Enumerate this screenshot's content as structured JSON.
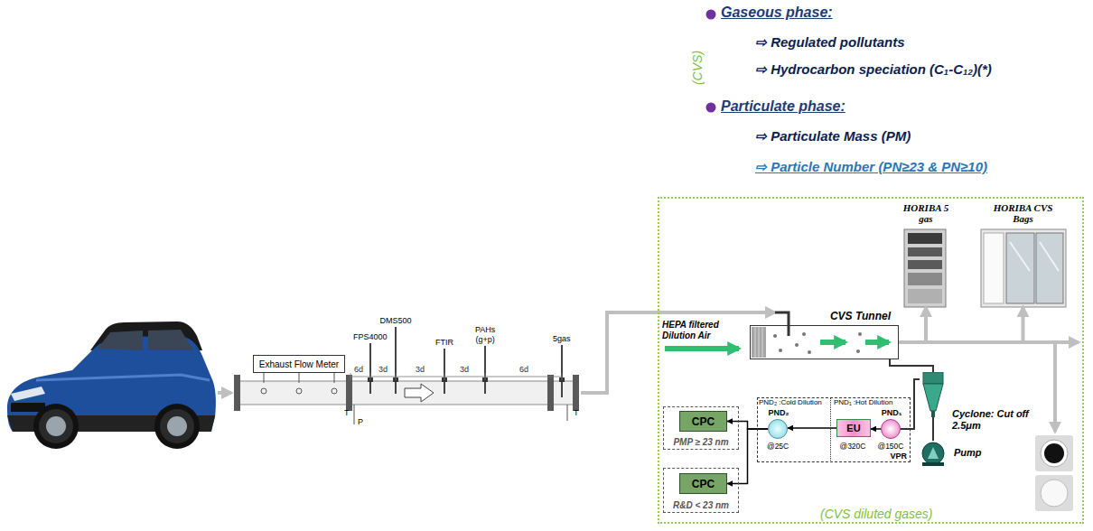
{
  "diagram": {
    "nodes": [
      {
        "text": [
          "Exhaust Flow Meter"
        ]
      },
      {
        "text": [
          "(CVS diluted gases)"
        ]
      },
      {
        "text": [
          "HORIBA 5 gas"
        ],
        "in": 1
      },
      {
        "text": [
          "HORIBA CVS Bags"
        ],
        "in": 1
      },
      {
        "text": [
          "CVS Tunnel"
        ],
        "in": 1
      },
      {
        "text": [
          "Cyclone: Cut off 2.5μm"
        ],
        "in": 1
      },
      {
        "text": [
          "Pump"
        ],
        "in": 1
      },
      {
        "text": [
          "VPR"
        ],
        "in": 1
      },
      {
        "text": [
          "PND₂ :Cold Dilution"
        ],
        "in": 7
      },
      {
        "text": [
          "PND₂"
        ],
        "in": 8
      },
      {
        "text": [
          "PND₁ :Hot Dilution"
        ],
        "in": 7
      },
      {
        "text": [
          "EU"
        ],
        "in": 10
      },
      {
        "text": [
          "PND₁"
        ],
        "in": 10
      },
      {
        "text": [
          "PMP ≥ 23 nm"
        ],
        "in": 1
      },
      {
        "text": [
          "CPC"
        ],
        "in": 13
      },
      {
        "text": [
          "R&D < 23 nm"
        ],
        "in": 1
      },
      {
        "text": [
          "CPC"
        ],
        "in": 15
      }
    ],
    "edges": [
      {
        "from": 12,
        "to": 11,
        "arrow": "to"
      },
      {
        "from": 11,
        "to": 9,
        "arrow": "to"
      },
      {
        "from": 9,
        "to": 14,
        "arrow": "to"
      },
      {
        "from": 9,
        "to": 16,
        "arrow": "to"
      },
      {
        "from": 5,
        "to": 12,
        "arrow": "none"
      },
      {
        "from": 4,
        "to": 5,
        "arrow": "none"
      },
      {
        "from": 5,
        "to": 6,
        "arrow": "none"
      },
      {
        "from": 4,
        "to": 2,
        "arrow": "to"
      },
      {
        "from": 4,
        "to": 3,
        "arrow": "to"
      }
    ],
    "labels": [
      "Gaseous phase:",
      "⇨ Regulated pollutants",
      "⇨ Hydrocarbon speciation (C₁-C₁₂)(*)",
      "(CVS)",
      "Particulate phase:",
      "⇨ Particulate Mass (PM)",
      "⇨ Particle Number (PN≥23 & PN≥10)",
      "FPS4000",
      "DMS500",
      "FTIR",
      "PAHs",
      "(g+p)",
      "5gas",
      "6d",
      "3d",
      "3d",
      "3d",
      "6d",
      "T",
      "P",
      "T",
      "HEPA filtered Dilution Air",
      "@25C",
      "@320C",
      "@150C"
    ]
  }
}
